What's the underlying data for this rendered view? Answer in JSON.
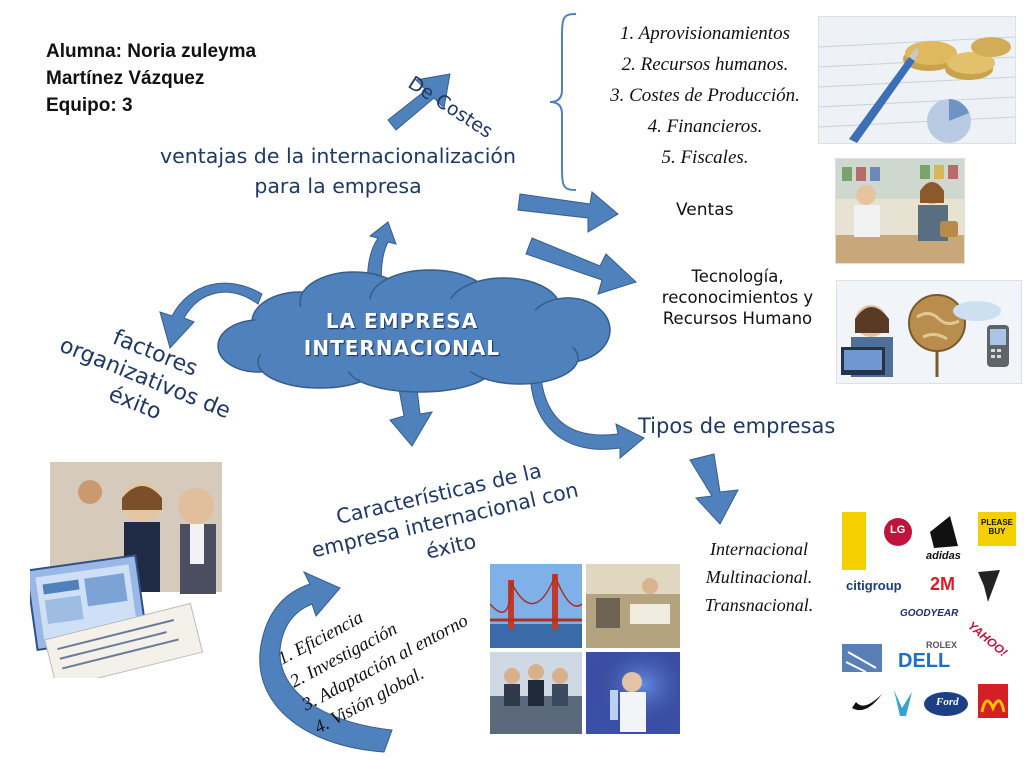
{
  "author": {
    "line1": "Alumna: Noria zuleyma",
    "line2": "Martínez Vázquez",
    "line3": "Equipo: 3"
  },
  "main_title": "ventajas de la internacionalización para la empresa",
  "center_cloud": {
    "line1": "LA EMPRESA",
    "line2": "INTERNACIONAL"
  },
  "de_costes": {
    "label": "De Costes",
    "items": [
      "1.  Aprovisionamientos",
      "2.  Recursos humanos.",
      "3.  Costes de Producción.",
      "4.  Financieros.",
      "5.  Fiscales."
    ]
  },
  "ventas": "Ventas",
  "tecnologia": {
    "line1": "Tecnología,",
    "line2": "reconocimientos y",
    "line3": "Recursos Humano"
  },
  "tipos": {
    "label": "Tipos de empresas",
    "items": [
      "Internacional",
      "Multinacional.",
      "Transnacional."
    ]
  },
  "factores": {
    "line1": "factores",
    "line2": "organizativos de",
    "line3": "éxito"
  },
  "caracteristicas": {
    "line1": "Características de la",
    "line2": "empresa internacional con",
    "line3": "éxito",
    "items": [
      "1. Eficiencia",
      "2. Investigación",
      "3. Adaptación al entorno",
      "4. Visión global."
    ]
  },
  "brand_logos": {
    "lg": "LG",
    "adidas": "adidas",
    "buy": "PLEASE BUY",
    "citi": "citigroup",
    "twom": "2M",
    "goodyear": "GOODYEAR",
    "rolex": "ROLEX",
    "dell": "DELL",
    "yahoo": "YAHOO!",
    "ford": "Ford",
    "mcd": "M"
  },
  "colors": {
    "arrow": "#4f81bd",
    "arrow_dark": "#385d8a",
    "cloud": "#4f81bd",
    "title_navy": "#1f3864"
  }
}
